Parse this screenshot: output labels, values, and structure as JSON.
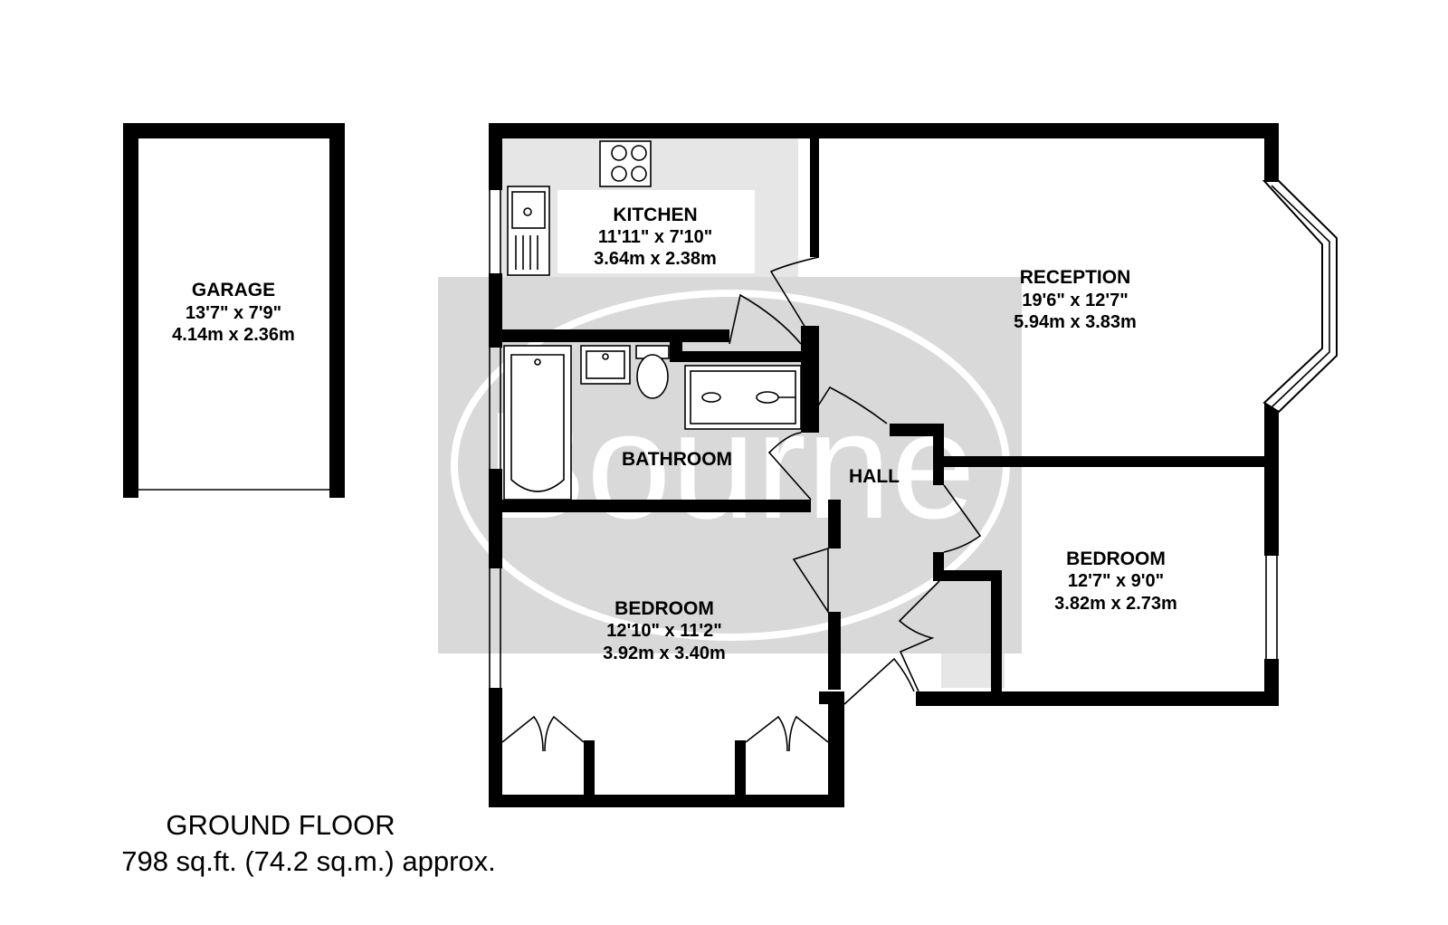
{
  "watermark": {
    "text": "Bourne"
  },
  "rooms": {
    "garage": {
      "name": "GARAGE",
      "dim_imperial": "13'7\"  x 7'9\"",
      "dim_metric": "4.14m  x 2.36m"
    },
    "kitchen": {
      "name": "KITCHEN",
      "dim_imperial": "11'11\"  x 7'10\"",
      "dim_metric": "3.64m  x 2.38m"
    },
    "reception": {
      "name": "RECEPTION",
      "dim_imperial": "19'6\"  x 12'7\"",
      "dim_metric": "5.94m  x 3.83m"
    },
    "bathroom": {
      "name": "BATHROOM"
    },
    "hall": {
      "name": "HALL"
    },
    "bedroom_main": {
      "name": "BEDROOM",
      "dim_imperial": "12'10\"  x 11'2\"",
      "dim_metric": "3.92m  x 3.40m"
    },
    "bedroom_right": {
      "name": "BEDROOM",
      "dim_imperial": "12'7\"  x 9'0\"",
      "dim_metric": "3.82m  x 2.73m"
    }
  },
  "caption": {
    "floor": "GROUND FLOOR",
    "area": "798 sq.ft. (74.2 sq.m.) approx."
  }
}
